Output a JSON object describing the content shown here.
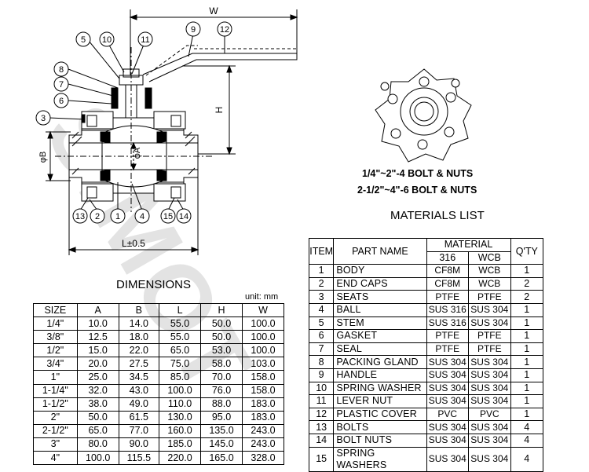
{
  "watermark": "SIMOT",
  "callouts": [
    "1",
    "2",
    "3",
    "4",
    "5",
    "6",
    "7",
    "8",
    "9",
    "10",
    "11",
    "12",
    "13",
    "14",
    "15"
  ],
  "dimension_labels": {
    "w": "W",
    "h": "H",
    "phi_a": "φA",
    "phi_b": "φB",
    "l": "L±0.5"
  },
  "bolt_notes": [
    "1/4\"~2\"-4 BOLT & NUTS",
    "2-1/2\"~4\"-6 BOLT & NUTS"
  ],
  "dimensions": {
    "title": "DIMENSIONS",
    "unit": "unit: mm",
    "headers": [
      "SIZE",
      "A",
      "B",
      "L",
      "H",
      "W"
    ],
    "rows": [
      [
        "1/4\"",
        "10.0",
        "14.0",
        "55.0",
        "50.0",
        "100.0"
      ],
      [
        "3/8\"",
        "12.5",
        "18.0",
        "55.0",
        "50.0",
        "100.0"
      ],
      [
        "1/2\"",
        "15.0",
        "22.0",
        "65.0",
        "53.0",
        "100.0"
      ],
      [
        "3/4\"",
        "20.0",
        "27.5",
        "75.0",
        "58.0",
        "103.0"
      ],
      [
        "1\"",
        "25.0",
        "34.5",
        "85.0",
        "70.0",
        "158.0"
      ],
      [
        "1-1/4\"",
        "32.0",
        "43.0",
        "100.0",
        "76.0",
        "158.0"
      ],
      [
        "1-1/2\"",
        "38.0",
        "49.0",
        "110.0",
        "88.0",
        "183.0"
      ],
      [
        "2\"",
        "50.0",
        "61.5",
        "130.0",
        "95.0",
        "183.0"
      ],
      [
        "2-1/2\"",
        "65.0",
        "77.0",
        "160.0",
        "135.0",
        "243.0"
      ],
      [
        "3\"",
        "80.0",
        "90.0",
        "185.0",
        "145.0",
        "243.0"
      ],
      [
        "4\"",
        "100.0",
        "115.5",
        "220.0",
        "165.0",
        "328.0"
      ]
    ]
  },
  "materials": {
    "title": "MATERIALS LIST",
    "headers": {
      "item": "ITEM",
      "part": "PART NAME",
      "material": "MATERIAL",
      "m316": "316",
      "wcb": "WCB",
      "qty": "Q'TY"
    },
    "rows": [
      [
        "1",
        "BODY",
        "CF8M",
        "WCB",
        "1"
      ],
      [
        "2",
        "END CAPS",
        "CF8M",
        "WCB",
        "2"
      ],
      [
        "3",
        "SEATS",
        "PTFE",
        "PTFE",
        "2"
      ],
      [
        "4",
        "BALL",
        "SUS 316",
        "SUS 304",
        "1"
      ],
      [
        "5",
        "STEM",
        "SUS 316",
        "SUS 304",
        "1"
      ],
      [
        "6",
        "GASKET",
        "PTFE",
        "PTFE",
        "1"
      ],
      [
        "7",
        "SEAL",
        "PTFE",
        "PTFE",
        "1"
      ],
      [
        "8",
        "PACKING GLAND",
        "SUS 304",
        "SUS 304",
        "1"
      ],
      [
        "9",
        "HANDLE",
        "SUS 304",
        "SUS 304",
        "1"
      ],
      [
        "10",
        "SPRING WASHER",
        "SUS 304",
        "SUS 304",
        "1"
      ],
      [
        "11",
        "LEVER NUT",
        "SUS 304",
        "SUS 304",
        "1"
      ],
      [
        "12",
        "PLASTIC COVER",
        "PVC",
        "PVC",
        "1"
      ],
      [
        "13",
        "BOLTS",
        "SUS 304",
        "SUS 304",
        "4"
      ],
      [
        "14",
        "BOLT NUTS",
        "SUS 304",
        "SUS 304",
        "4"
      ],
      [
        "15",
        "SPRING WASHERS",
        "SUS 304",
        "SUS 304",
        "4"
      ]
    ]
  }
}
